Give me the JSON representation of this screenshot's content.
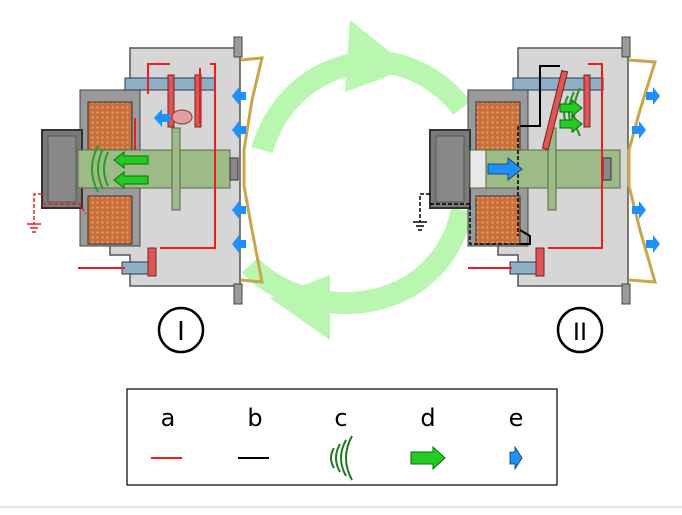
{
  "state_labels": {
    "state_1": "I",
    "state_2": "II"
  },
  "legend": {
    "items": [
      {
        "key": "a",
        "symbol": "red-line",
        "color": "#ee1c1c"
      },
      {
        "key": "b",
        "symbol": "black-line",
        "color": "#000000"
      },
      {
        "key": "c",
        "symbol": "sound-waves-icon",
        "color": "#1f7a1f"
      },
      {
        "key": "d",
        "symbol": "green-arrow",
        "color": "#22cc22"
      },
      {
        "key": "e",
        "symbol": "blue-arrow",
        "color": "#1e90ff"
      }
    ]
  },
  "colors": {
    "cycle_arrow": "#b9f7b0",
    "wire_active": "#ee1c1c",
    "wire_inactive": "#000000",
    "coil": "#c8703a",
    "plunger": "#9dbb86",
    "housing": "#d6d6d6",
    "frame": "#9a9a9a",
    "membrane": "#c9a64a",
    "air_flow": "#1e90ff",
    "magnetic_force": "#22cc22"
  }
}
